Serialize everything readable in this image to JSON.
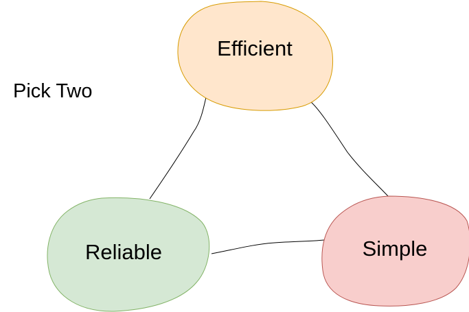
{
  "title": "Pick Two",
  "nodes": {
    "efficient": {
      "label": "Efficient",
      "fill": "#ffe6cc",
      "stroke": "#d79b00"
    },
    "reliable": {
      "label": "Reliable",
      "fill": "#d5e8d4",
      "stroke": "#82b366"
    },
    "simple": {
      "label": "Simple",
      "fill": "#f8cecc",
      "stroke": "#b85450"
    }
  }
}
